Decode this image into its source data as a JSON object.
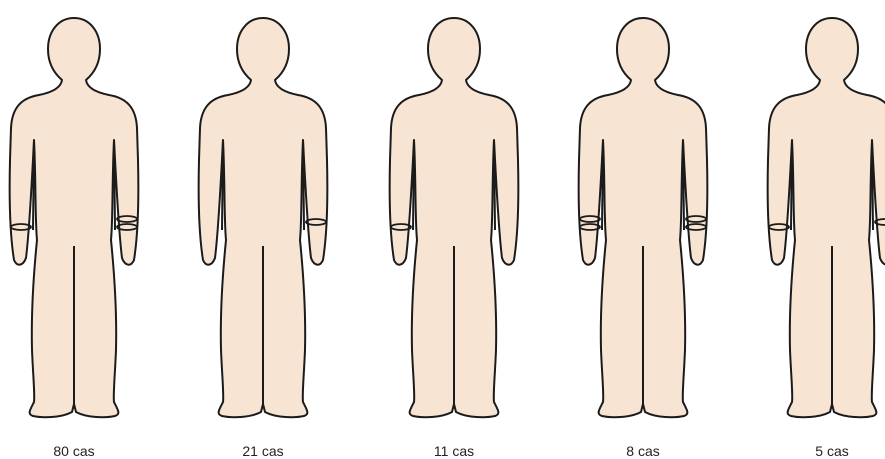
{
  "colors": {
    "skin": "#f7e4d3",
    "outline": "#1b1b1b"
  },
  "figures": [
    {
      "caption": "80 cas",
      "bracelets": {
        "right_wrist": 1,
        "left_wrist": 2
      }
    },
    {
      "caption": "21 cas",
      "bracelets": {
        "right_wrist": 0,
        "left_wrist": 1
      }
    },
    {
      "caption": "11 cas",
      "bracelets": {
        "right_wrist": 1,
        "left_wrist": 0
      }
    },
    {
      "caption": "8 cas",
      "bracelets": {
        "right_wrist": 2,
        "left_wrist": 2
      }
    },
    {
      "caption": "5 cas",
      "bracelets": {
        "right_wrist": 1,
        "left_wrist": 1
      }
    }
  ]
}
